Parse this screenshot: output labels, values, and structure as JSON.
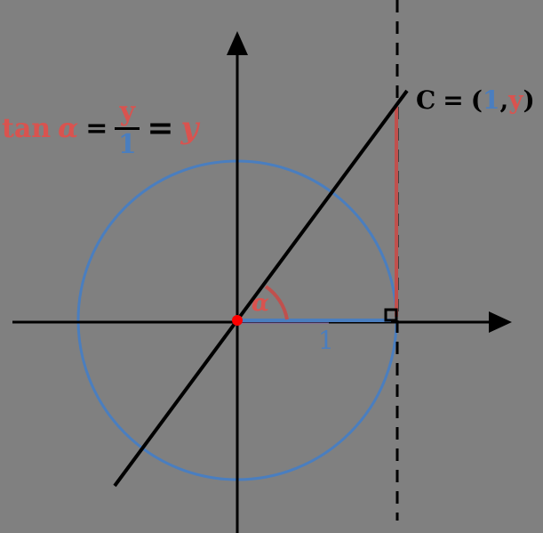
{
  "diagram": {
    "background": "#808080",
    "formula": {
      "lhs_func": "tan",
      "lhs_angle": "α",
      "eq1": "=",
      "numerator": "y",
      "denominator": "1",
      "eq2": "=",
      "rhs": "y"
    },
    "point_label": {
      "name": "C",
      "eq": "=",
      "open": "(",
      "x": "1",
      "comma": ",",
      "y": "y",
      "close": ")"
    },
    "angle_label": "α",
    "radius_label": "1",
    "colors": {
      "axis": "#000000",
      "circle": "#4a7ebf",
      "tangent": "#c0504d",
      "origin": "#ff0000",
      "red_text": "#d9534f",
      "blue_text": "#4a7ebf"
    }
  }
}
